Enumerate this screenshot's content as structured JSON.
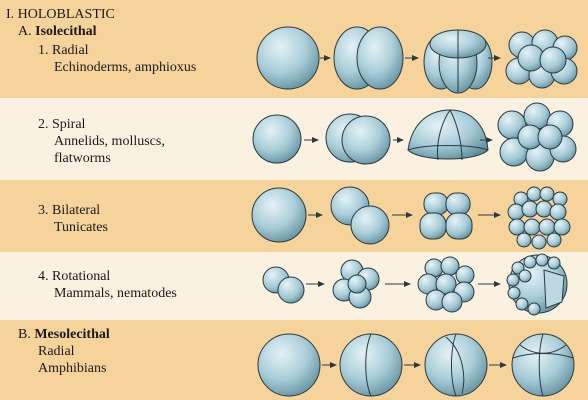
{
  "header": {
    "main": "I.  HOLOBLASTIC",
    "sub_num": "A.",
    "sub_title": "Isolecithal"
  },
  "rows": [
    {
      "title": "1.  Radial",
      "examples": [
        "Echinoderms, amphioxus"
      ]
    },
    {
      "title": "2.  Spiral",
      "examples": [
        "Annelids, molluscs,",
        "flatworms"
      ]
    },
    {
      "title": "3.  Bilateral",
      "examples": [
        "Tunicates"
      ]
    },
    {
      "title": "4.  Rotational",
      "examples": [
        "Mammals, nematodes"
      ]
    }
  ],
  "section_b": {
    "num": "B.",
    "title": "Mesolecithal",
    "lines": [
      "Radial",
      "Amphibians"
    ]
  },
  "colors": {
    "band_orange": "#f5d39a",
    "band_cream": "#fbf1e1",
    "cell_light": "#d2e8ee",
    "cell_dark": "#6a9aa8",
    "outline": "#2a3a40"
  }
}
